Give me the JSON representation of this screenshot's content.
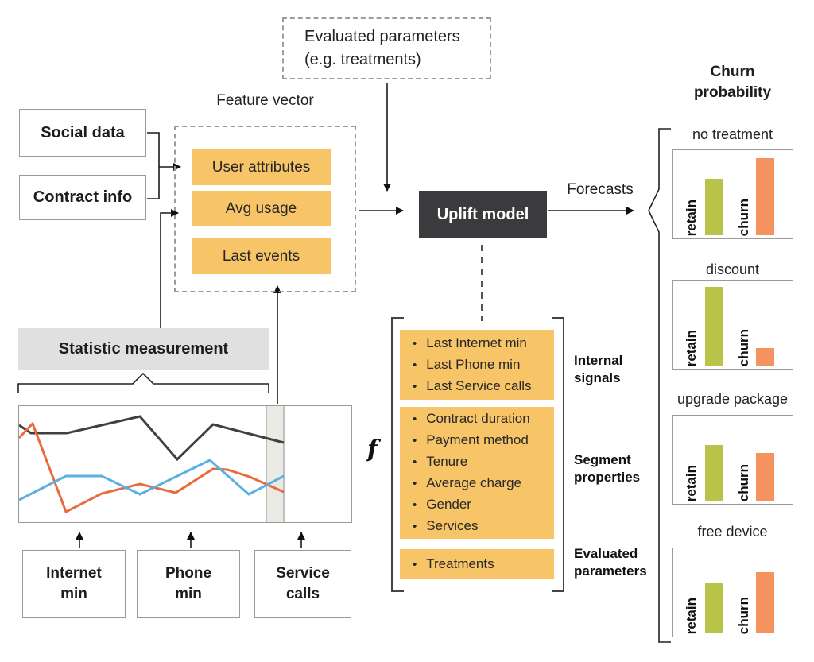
{
  "colors": {
    "feature_orange": "#f8c468",
    "model_box": "#3b3b3d",
    "measure_box": "#e0e0e0",
    "retain_bar": "#b9c34a",
    "churn_bar": "#f5935e",
    "line_dark": "#404040",
    "line_orange": "#e96b3d",
    "line_blue": "#5bb0e1"
  },
  "top_box": {
    "line1": "Evaluated parameters",
    "line2": "(e.g. treatments)"
  },
  "left_inputs": {
    "social": "Social data",
    "contract": "Contract info"
  },
  "feature_vector": {
    "title": "Feature vector",
    "items": [
      "User attributes",
      "Avg usage",
      "Last events"
    ]
  },
  "model": {
    "label": "Uplift model",
    "output_label": "Forecasts"
  },
  "measurement": {
    "label": "Statistic measurement",
    "sources": [
      {
        "line1": "Internet",
        "line2": "min"
      },
      {
        "line1": "Phone",
        "line2": "min"
      },
      {
        "line1": "Service",
        "line2": "calls"
      }
    ]
  },
  "function_block": {
    "symbol": "f",
    "groups": [
      {
        "items": [
          "Last Internet min",
          "Last Phone min",
          "Last Service calls"
        ],
        "label": "Internal signals"
      },
      {
        "items": [
          "Contract duration",
          "Payment method",
          "Tenure",
          "Average charge",
          "Gender",
          "Services"
        ],
        "label": "Segment properties"
      },
      {
        "items": [
          "Treatments"
        ],
        "label": "Evaluated parameters"
      }
    ]
  },
  "churn": {
    "title_line1": "Churn",
    "title_line2": "probability",
    "retain_label": "retain",
    "churn_label": "churn"
  },
  "chart_data": [
    {
      "type": "line",
      "title": "Statistic measurement (usage over time, axes unlabeled)",
      "highlight_band": {
        "x_from": 311,
        "x_to": 333,
        "meaning": "recent window feeding Last events"
      },
      "series": [
        {
          "name": "dark",
          "color": "#404040",
          "points": [
            [
              0,
              24
            ],
            [
              15,
              34
            ],
            [
              60,
              34
            ],
            [
              152,
              13
            ],
            [
              199,
              67
            ],
            [
              244,
              23
            ],
            [
              333,
              46
            ]
          ]
        },
        {
          "name": "orange",
          "color": "#e96b3d",
          "points": [
            [
              0,
              40
            ],
            [
              17,
              22
            ],
            [
              59,
              133
            ],
            [
              104,
              110
            ],
            [
              152,
              98
            ],
            [
              197,
              109
            ],
            [
              244,
              79
            ],
            [
              262,
              80
            ],
            [
              290,
              89
            ],
            [
              333,
              108
            ]
          ]
        },
        {
          "name": "blue",
          "color": "#5bb0e1",
          "points": [
            [
              0,
              118
            ],
            [
              59,
              88
            ],
            [
              104,
              88
            ],
            [
              152,
              111
            ],
            [
              240,
              68
            ],
            [
              289,
              111
            ],
            [
              333,
              88
            ]
          ]
        }
      ]
    },
    {
      "type": "bar",
      "title": "no treatment",
      "categories": [
        "retain",
        "churn"
      ],
      "values": [
        64,
        87
      ],
      "unit": "% of panel height (axis unlabeled)"
    },
    {
      "type": "bar",
      "title": "discount",
      "categories": [
        "retain",
        "churn"
      ],
      "values": [
        89,
        20
      ],
      "unit": "% of panel height (axis unlabeled)"
    },
    {
      "type": "bar",
      "title": "upgrade package",
      "categories": [
        "retain",
        "churn"
      ],
      "values": [
        63,
        54
      ],
      "unit": "% of panel height (axis unlabeled)"
    },
    {
      "type": "bar",
      "title": "free device",
      "categories": [
        "retain",
        "churn"
      ],
      "values": [
        57,
        69
      ],
      "unit": "% of panel height (axis unlabeled)"
    }
  ]
}
